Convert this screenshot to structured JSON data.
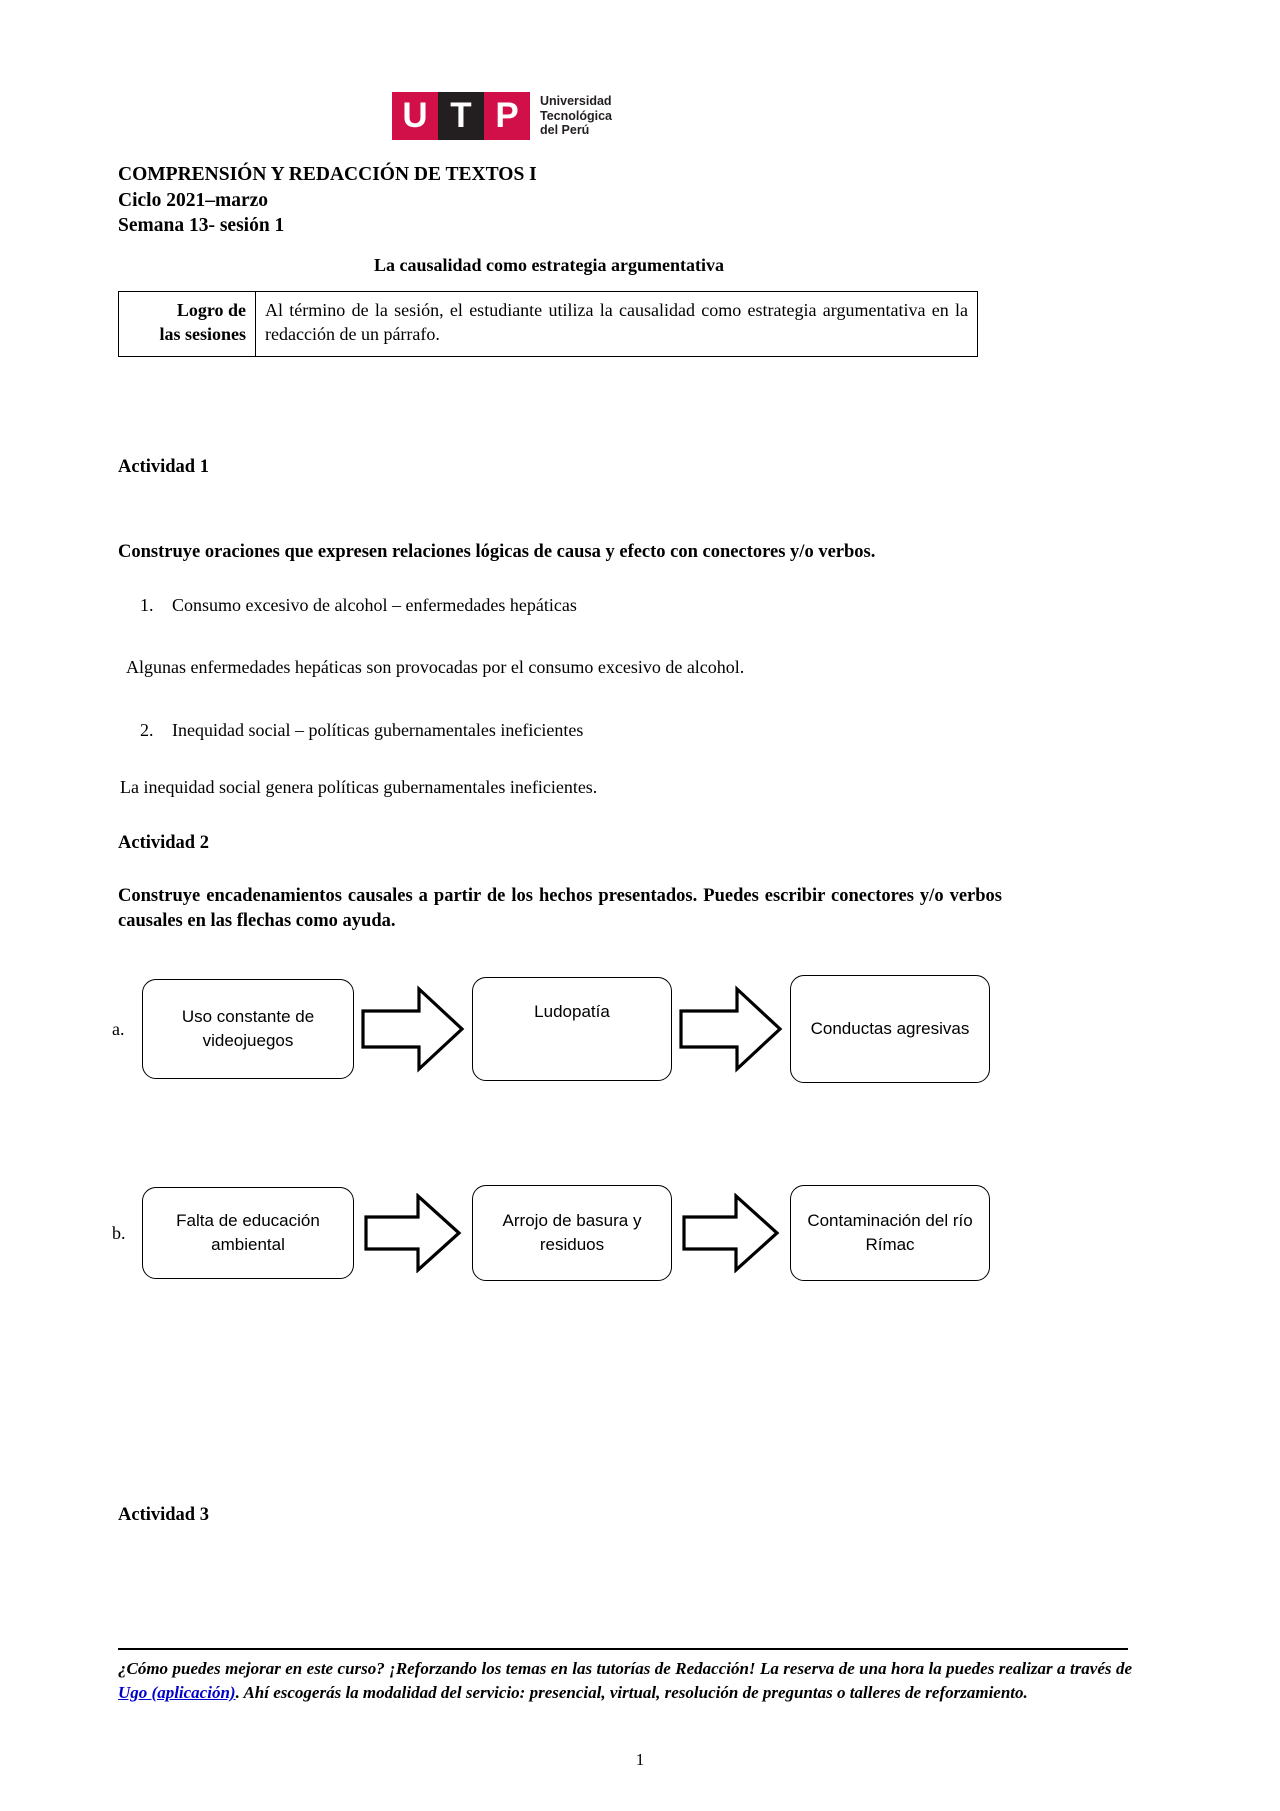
{
  "logo": {
    "tiles": [
      "U",
      "T",
      "P"
    ],
    "name": "Universidad\nTecnológica\ndel Perú",
    "red": "#D1104A",
    "dark": "#231F20"
  },
  "header": {
    "course": "COMPRENSIÓN Y REDACCIÓN DE TEXTOS I",
    "cycle": "Ciclo 2021–marzo",
    "week": "Semana 13- sesión 1",
    "session_title": "La causalidad como estrategia argumentativa"
  },
  "logro_table": {
    "label": "Logro de\nlas sesiones",
    "text": "Al término de la sesión, el estudiante utiliza la causalidad como estrategia argumentativa en la redacción de un párrafo."
  },
  "activity1": {
    "title": "Actividad 1",
    "instruction": "Construye oraciones que expresen relaciones lógicas de causa y efecto con conectores y/o verbos.",
    "items": [
      {
        "number": "1.",
        "prompt": "Consumo excesivo de alcohol – enfermedades hepáticas",
        "answer": "Algunas enfermedades hepáticas son provocadas por el consumo excesivo de alcohol."
      },
      {
        "number": "2.",
        "prompt": "Inequidad social – políticas gubernamentales ineficientes",
        "answer": "La inequidad social genera políticas gubernamentales ineficientes."
      }
    ]
  },
  "activity2": {
    "title": "Actividad 2",
    "instruction": "Construye encadenamientos causales a partir de los hechos presentados. Puedes escribir conectores y/o verbos causales en las flechas como ayuda.",
    "chains": [
      {
        "letter": "a.",
        "boxes": [
          "Uso constante de videojuegos",
          "Ludopatía",
          "Conductas agresivas"
        ]
      },
      {
        "letter": "b.",
        "boxes": [
          "Falta de educación ambiental",
          "Arrojo de basura y residuos",
          "Contaminación del río Rímac"
        ]
      }
    ]
  },
  "activity3": {
    "title": "Actividad 3"
  },
  "footer": {
    "part1": "¿Cómo puedes mejorar en este curso? ¡Reforzando los temas en las tutorías de Redacción! La reserva de una hora la puedes realizar a través de ",
    "link": "Ugo (aplicación)",
    "part2": ". Ahí escogerás la modalidad del servicio: presencial, virtual, resolución de preguntas o talleres de reforzamiento.",
    "page_number": "1",
    "link_color": "#0000CC"
  }
}
